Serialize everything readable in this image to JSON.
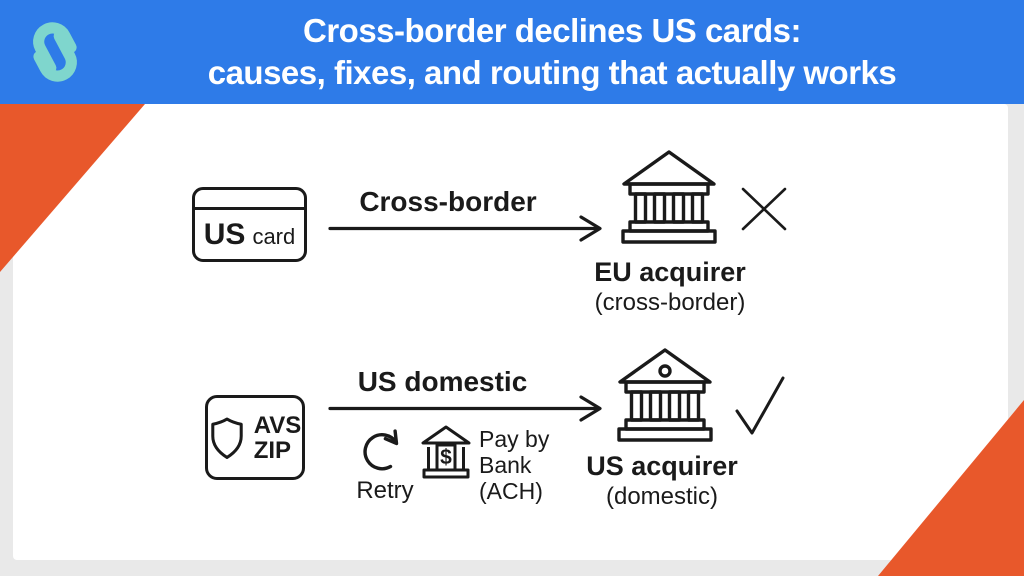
{
  "page": {
    "background_gray": "#E9E9E9",
    "panel_background": "#FFFFFF",
    "accent_orange": "#E8582B",
    "ink": "#1A1A1A"
  },
  "header": {
    "background_blue": "#2E7BE8",
    "logo_icon": "brand-swirl-icon",
    "logo_color": "#7FD6CD",
    "title_line1": "Cross-border declines US cards:",
    "title_line2": "causes, fixes, and routing that actually works"
  },
  "flow_top": {
    "card_icon": "credit-card-icon",
    "card_primary": "US",
    "card_secondary": "card",
    "route_label": "Cross-border",
    "bank_icon": "bank-building-icon",
    "acquirer_name": "EU acquirer",
    "acquirer_note": "(cross-border)",
    "outcome_icon": "x-mark-icon"
  },
  "flow_bottom": {
    "shield_icon": "shield-icon",
    "avs_line1": "AVS",
    "avs_line2": "ZIP",
    "route_label": "US domestic",
    "retry_icon": "retry-circular-arrow-icon",
    "retry_label": "Retry",
    "pay_by_bank_icon": "bank-dollar-icon",
    "dollar_symbol": "$",
    "pay_by_bank_line1": "Pay by",
    "pay_by_bank_line2": "Bank",
    "pay_by_bank_line3": "(ACH)",
    "bank_icon": "bank-building-domed-icon",
    "acquirer_name": "US acquirer",
    "acquirer_note": "(domestic)",
    "outcome_icon": "check-mark-icon"
  }
}
